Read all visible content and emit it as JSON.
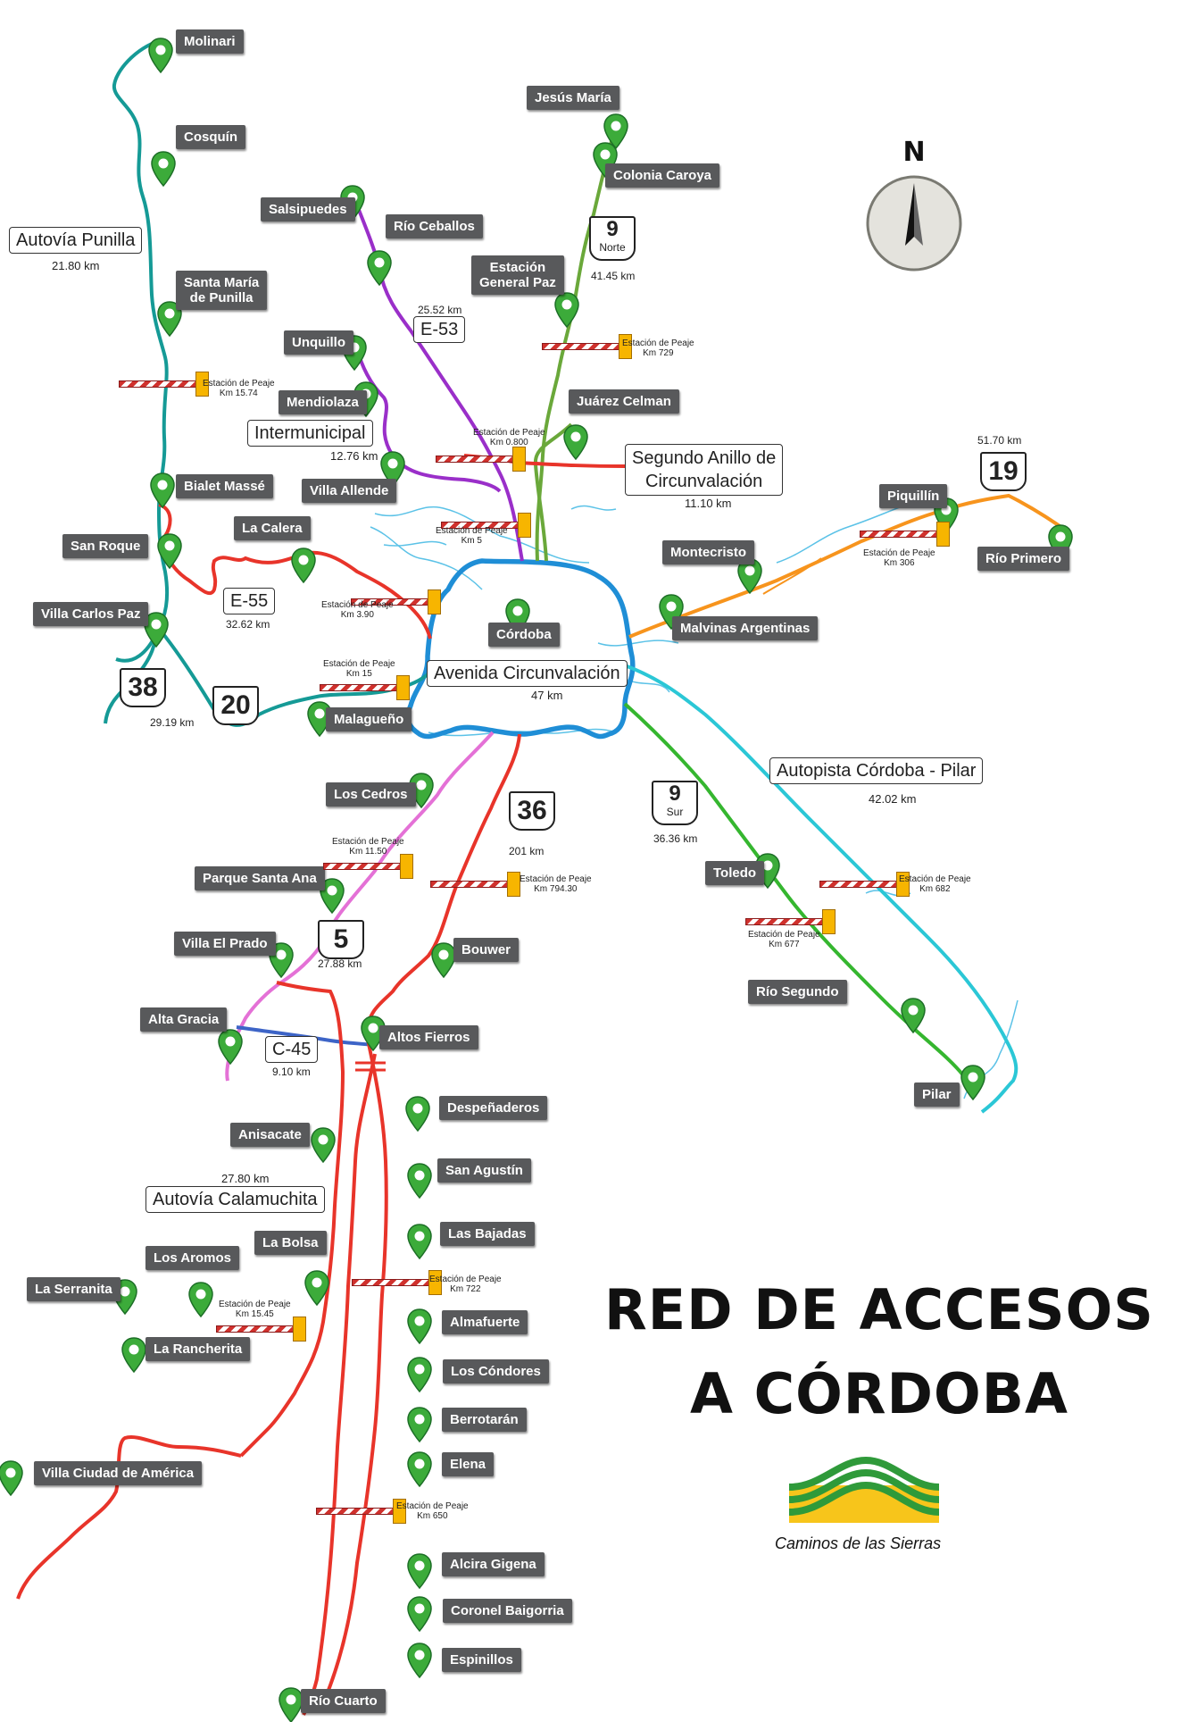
{
  "title": {
    "line1": "RED DE ACCESOS",
    "line2": "A CÓRDOBA"
  },
  "compass_label": "N",
  "brand": "Caminos de las Sierras",
  "pin_color": "#3cab3a",
  "road_colors": {
    "circunvalacion": "#1f8ed6",
    "punilla": "#159a96",
    "e55": "#e8342a",
    "e53": "#9a2fc9",
    "ruta9norte": "#6aa83a",
    "segundo_anillo": "#e8342a",
    "ruta19": "#f7941d",
    "pilar": "#2bc7d6",
    "ruta9sur": "#35b62f",
    "ruta36": "#e8342a",
    "ruta5": "#e471d6",
    "c45": "#3d64c7",
    "calamuchita": "#e8342a",
    "rivers": "#5bc2e7"
  },
  "roads": {
    "punilla": {
      "name": "Autovía Punilla",
      "length": "21.80 km"
    },
    "e55": {
      "shield": "E-55",
      "length": "32.62 km"
    },
    "e53": {
      "shield": "E-53",
      "length": "25.52 km"
    },
    "intermunicipal": {
      "name": "Intermunicipal",
      "length": "12.76 km"
    },
    "ruta9norte": {
      "shield": "9",
      "sub": "Norte",
      "length": "41.45 km"
    },
    "segundo_anillo": {
      "name_line1": "Segundo Anillo de",
      "name_line2": "Circunvalación",
      "length": "11.10 km"
    },
    "ruta19": {
      "shield": "19",
      "length": "51.70 km"
    },
    "circunvalacion": {
      "name": "Avenida Circunvalación",
      "length": "47 km"
    },
    "ruta38": {
      "shield": "38",
      "length": "29.19 km"
    },
    "ruta20": {
      "shield": "20"
    },
    "pilar": {
      "name": "Autopista Córdoba - Pilar",
      "length": "42.02 km"
    },
    "ruta9sur": {
      "shield": "9",
      "sub": "Sur",
      "length": "36.36 km"
    },
    "ruta36": {
      "shield": "36",
      "length": "201 km"
    },
    "ruta5": {
      "shield": "5",
      "length": "27.88 km"
    },
    "c45": {
      "shield": "C-45",
      "length": "9.10 km"
    },
    "calamuchita": {
      "name": "Autovía Calamuchita",
      "length": "27.80 km"
    }
  },
  "tolls": [
    {
      "label": "Estación de Peaje",
      "km": "Km 15.74"
    },
    {
      "label": "Estación de Peaje",
      "km": "Km 0.800"
    },
    {
      "label": "Estación de Peaje",
      "km": "Km 729"
    },
    {
      "label": "Estación de Peaje",
      "km": "Km 5"
    },
    {
      "label": "Estación de Peaje",
      "km": "Km 306"
    },
    {
      "label": "Estación de Peaje",
      "km": "Km 3.90"
    },
    {
      "label": "Estación de Peaje",
      "km": "Km 15"
    },
    {
      "label": "Estación de Peaje",
      "km": "Km 11.50"
    },
    {
      "label": "Estación de Peaje",
      "km": "Km 794.30"
    },
    {
      "label": "Estación de Peaje",
      "km": "Km 682"
    },
    {
      "label": "Estación de Peaje",
      "km": "Km 677"
    },
    {
      "label": "Estación de Peaje",
      "km": "Km 722"
    },
    {
      "label": "Estación de Peaje",
      "km": "Km 15.45"
    },
    {
      "label": "Estación de Peaje",
      "km": "Km 650"
    }
  ],
  "towns": {
    "molinari": "Molinari",
    "cosquin": "Cosquín",
    "santa_maria_1": "Santa María",
    "santa_maria_2": "de Punilla",
    "bialet_masse": "Bialet Massé",
    "san_roque": "San Roque",
    "villa_carlos_paz": "Villa Carlos Paz",
    "salsipuedes": "Salsipuedes",
    "rio_ceballos": "Río Ceballos",
    "unquillo": "Unquillo",
    "mendiolaza": "Mendiolaza",
    "villa_allende": "Villa Allende",
    "la_calera": "La Calera",
    "jesus_maria": "Jesús María",
    "colonia_caroya": "Colonia Caroya",
    "estacion_gp_1": "Estación",
    "estacion_gp_2": "General Paz",
    "juarez_celman": "Juárez Celman",
    "piquillin": "Piquillín",
    "rio_primero": "Río Primero",
    "montecristo": "Montecristo",
    "malvinas": "Malvinas Argentinas",
    "cordoba": "Córdoba",
    "malagueno": "Malagueño",
    "los_cedros": "Los Cedros",
    "parque_santa_ana": "Parque Santa Ana",
    "villa_el_prado": "Villa El Prado",
    "alta_gracia": "Alta Gracia",
    "bouwer": "Bouwer",
    "altos_fierros": "Altos Fierros",
    "toledo": "Toledo",
    "rio_segundo": "Río Segundo",
    "pilar": "Pilar",
    "despenaderos": "Despeñaderos",
    "anisacate": "Anisacate",
    "san_agustin": "San Agustín",
    "las_bajadas": "Las Bajadas",
    "la_bolsa": "La Bolsa",
    "los_aromos": "Los Aromos",
    "la_serranita": "La Serranita",
    "la_rancherita": "La Rancherita",
    "almafuerte": "Almafuerte",
    "los_condores": "Los Cóndores",
    "berrotaran": "Berrotarán",
    "elena": "Elena",
    "villa_ciudad_america": "Villa Ciudad de América",
    "alcira_gigena": "Alcira Gigena",
    "coronel_baigorria": "Coronel Baigorria",
    "espinillos": "Espinillos",
    "rio_cuarto": "Río Cuarto"
  }
}
